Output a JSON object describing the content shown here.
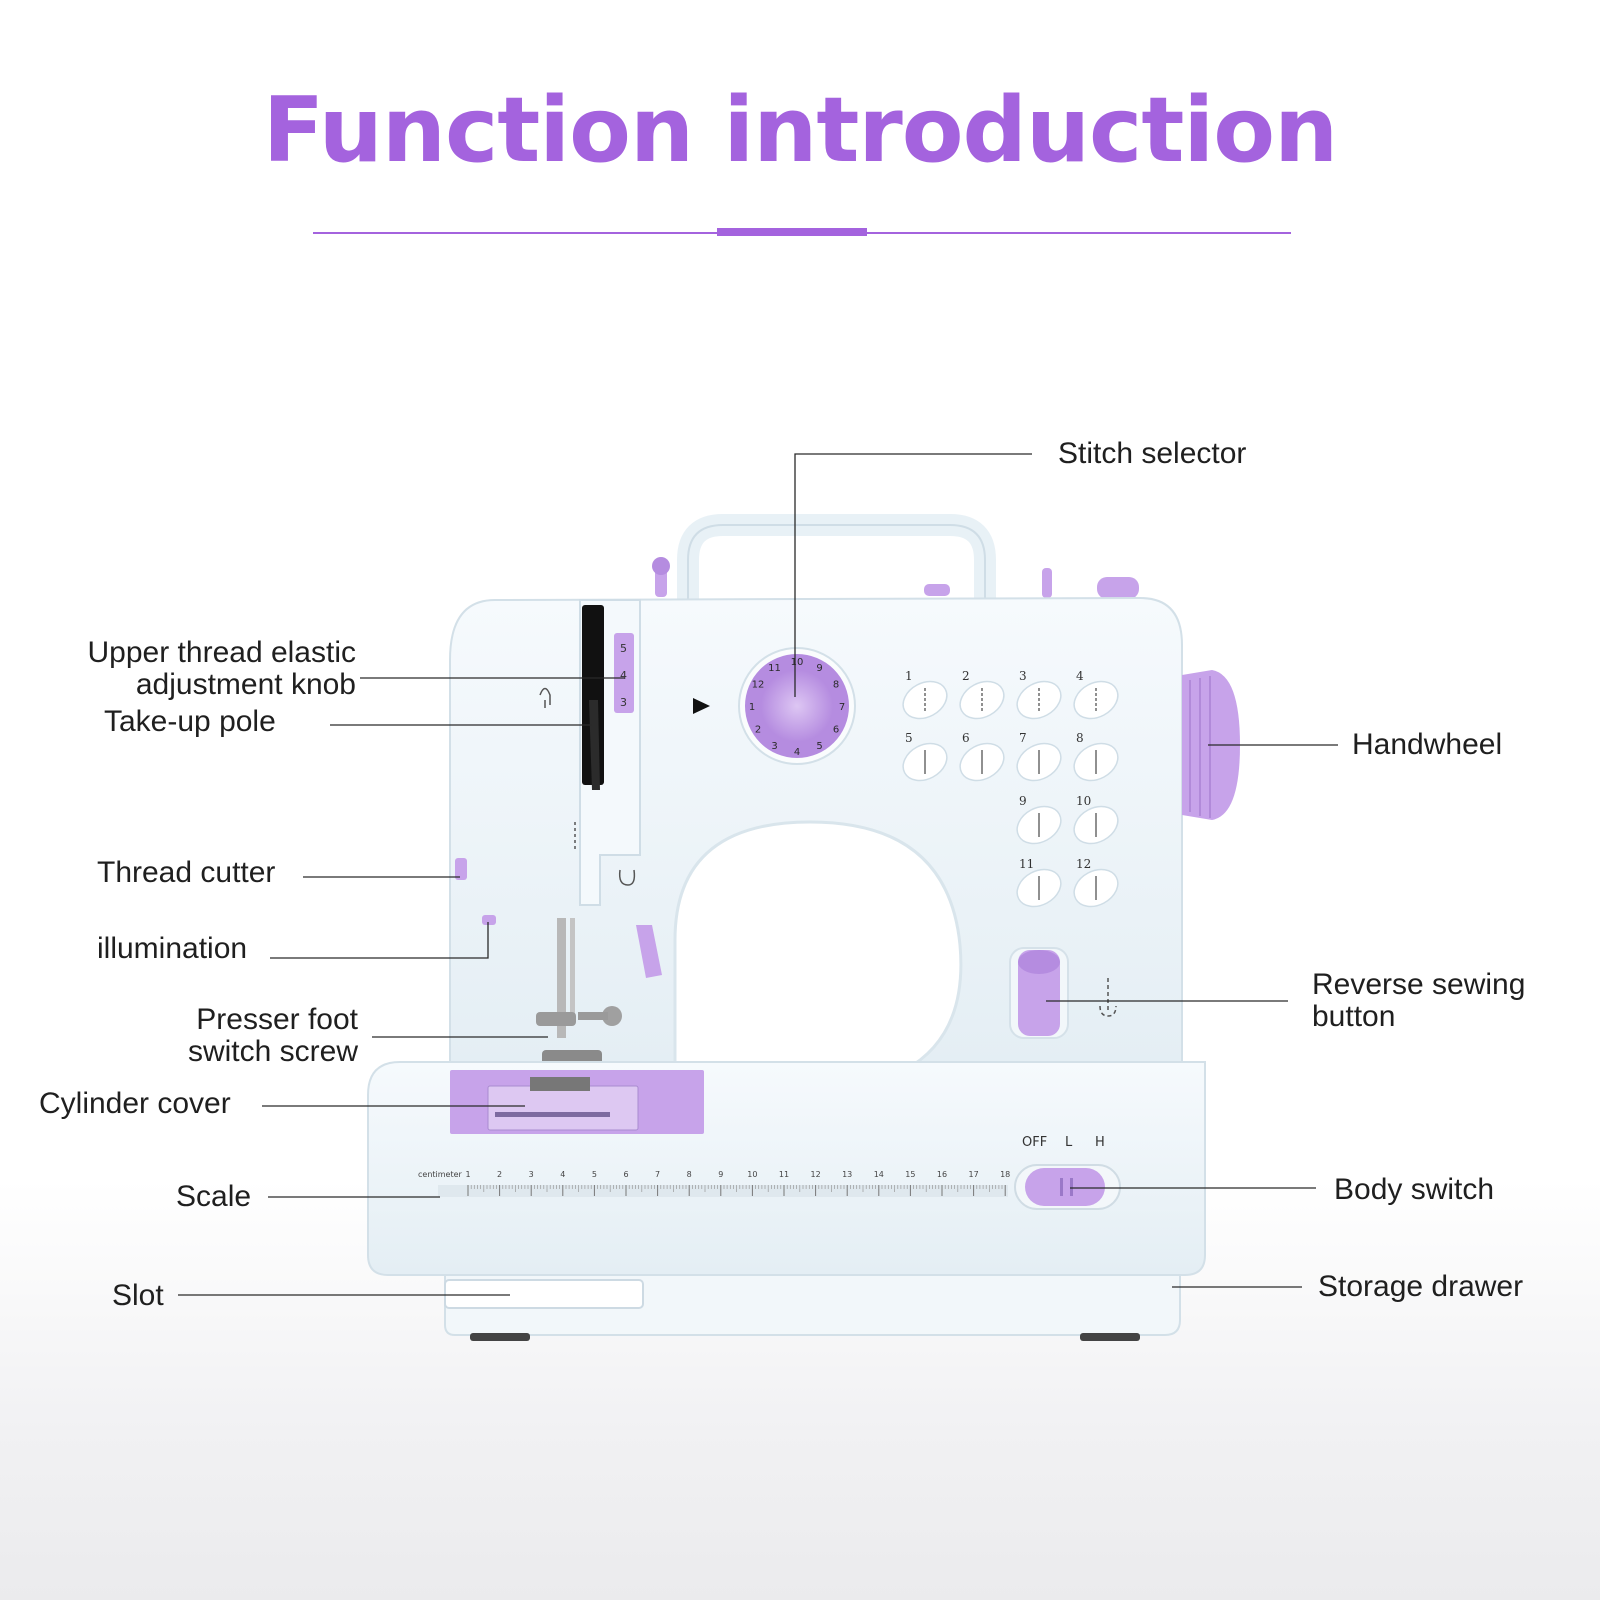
{
  "title": "Function introduction",
  "colors": {
    "accent": "#a463de",
    "machine_body": "#eef5f9",
    "machine_purple": "#c7a3ea",
    "dial_purple": "#b58ce0",
    "leader_line": "#2a2a2a"
  },
  "machine": {
    "stitch_numbers": [
      "1",
      "2",
      "3",
      "4",
      "5",
      "6",
      "7",
      "8",
      "9",
      "10",
      "11",
      "12"
    ],
    "power_positions": [
      "OFF",
      "L",
      "H"
    ],
    "scale_word": "centimeter",
    "scale_ticks": [
      "1",
      "2",
      "3",
      "4",
      "5",
      "6",
      "7",
      "8",
      "9",
      "10",
      "11",
      "12",
      "13",
      "14",
      "15",
      "16",
      "17",
      "18"
    ],
    "tension_marks": [
      "5",
      "4",
      "3"
    ],
    "dial_numbers": [
      "10",
      "9",
      "8",
      "7",
      "6",
      "5",
      "4",
      "3",
      "2",
      "1",
      "12",
      "11"
    ]
  },
  "labels": {
    "stitch_selector": "Stitch selector",
    "upper_thread_line1": "Upper thread elastic",
    "upper_thread_line2": "adjustment knob",
    "take_up_pole": "Take-up pole",
    "handwheel": "Handwheel",
    "thread_cutter": "Thread cutter",
    "illumination": "illumination",
    "reverse_line1": "Reverse sewing",
    "reverse_line2": "button",
    "presser_line1": "Presser foot",
    "presser_line2": "switch screw",
    "cylinder_cover": "Cylinder cover",
    "scale": "Scale",
    "body_switch": "Body switch",
    "slot": "Slot",
    "storage_drawer": "Storage drawer"
  }
}
